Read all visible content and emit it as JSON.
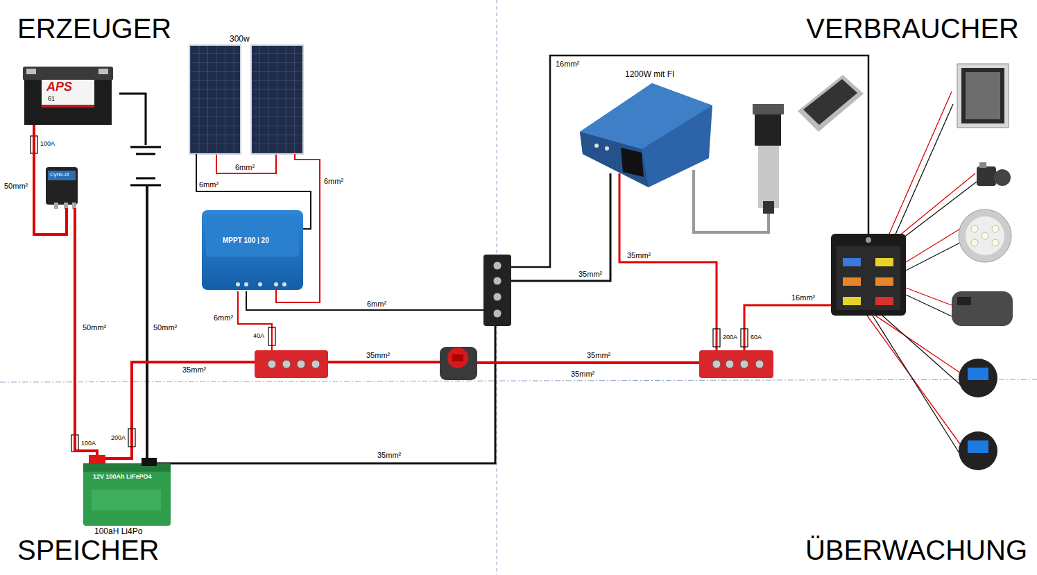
{
  "diagram": {
    "nodes": [
      {
        "text": [
          "APS",
          "61"
        ]
      },
      {
        "text": [
          "Cyrix-ct"
        ]
      },
      {
        "text": [
          "300w"
        ]
      },
      {
        "text": [
          "MPPT 100 | 20"
        ]
      },
      {
        "text": [
          "1200W mit FI"
        ]
      },
      {
        "text": [
          "12V 100Ah LiFePO4",
          "100aH Li4Po"
        ]
      }
    ],
    "edges": [
      {
        "from": 0,
        "to": 1,
        "arrow": "none",
        "label": "50mm²"
      },
      {
        "from": 1,
        "to": 5,
        "arrow": "none",
        "label": "50mm²"
      },
      {
        "from": 2,
        "to": 3,
        "arrow": "none",
        "label": "6mm²"
      },
      {
        "from": 2,
        "to": 3,
        "arrow": "none",
        "label": "6mm²"
      }
    ],
    "labels": [
      "ERZEUGER",
      "VERBRAUCHER",
      "SPEICHER",
      "ÜBERWACHUNG",
      "100A",
      "6mm²",
      "16mm²",
      "6mm²",
      "6mm²",
      "40A",
      "35mm²",
      "35mm²",
      "35mm²",
      "35mm²",
      "35mm²",
      "35mm²",
      "35mm²",
      "200A",
      "60A",
      "16mm²",
      "100A",
      "200A",
      "50mm²"
    ]
  }
}
